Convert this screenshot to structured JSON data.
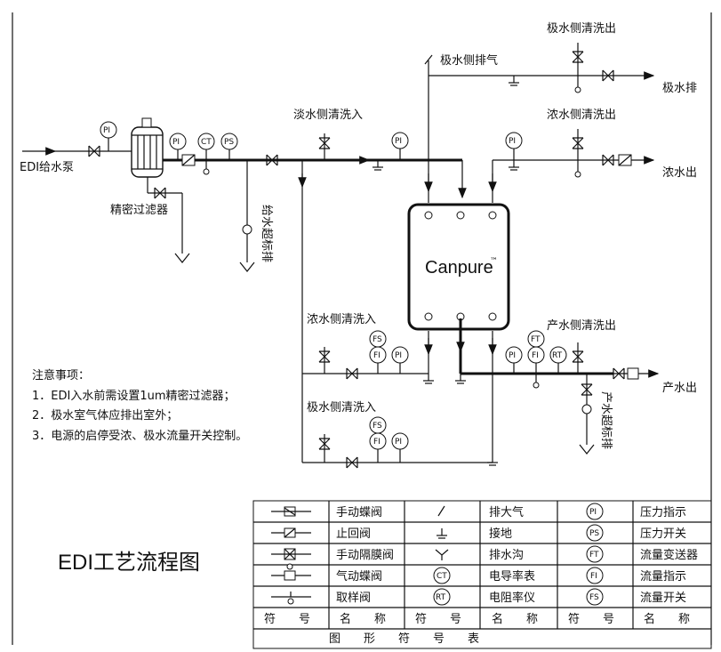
{
  "title": "EDI工艺流程图",
  "device_label": "Canpure",
  "device_tm": "™",
  "labels": {
    "feed_pump": "EDI给水泵",
    "precision_filter": "精密过滤器",
    "feed_over_limit": "给水超标排",
    "dilute_rinse_in": "淡水侧清洗入",
    "electrode_rinse_out": "极水侧清洗出",
    "electrode_vent": "极水侧排气",
    "electrode_discharge": "极水排",
    "conc_rinse_out": "浓水侧清洗出",
    "conc_out": "浓水出",
    "conc_rinse_in": "浓水侧清洗入",
    "product_rinse_out": "产水侧清洗出",
    "product_out": "产水出",
    "electrode_rinse_in": "极水侧清洗入",
    "product_over_limit": "产水超标排"
  },
  "instrument_tags": {
    "PI": "PI",
    "CT": "CT",
    "PS": "PS",
    "FS": "FS",
    "FI": "FI",
    "FT": "FT",
    "RT": "RT"
  },
  "notes": {
    "heading": "注意事项：",
    "items": [
      "1．EDI入水前需设置1um精密过滤器；",
      "2．极水室气体应排出室外；",
      "3．电源的启停受浓、极水流量开关控制。"
    ]
  },
  "legend": {
    "caption": "图　　形　　符　　号　　表",
    "header_symbol": "符　　号",
    "header_name": "名　　称",
    "rows": [
      [
        {
          "sym": "butterfly-valve",
          "name": "手动蝶阀"
        },
        {
          "sym": "vent",
          "name": "排大气"
        },
        {
          "sym": "PI",
          "name": "压力指示"
        }
      ],
      [
        {
          "sym": "check-valve",
          "name": "止回阀"
        },
        {
          "sym": "ground",
          "name": "接地"
        },
        {
          "sym": "PS",
          "name": "压力开关"
        }
      ],
      [
        {
          "sym": "diaphragm-valve",
          "name": "手动隔膜阀"
        },
        {
          "sym": "drain",
          "name": "排水沟"
        },
        {
          "sym": "FT",
          "name": "流量变送器"
        }
      ],
      [
        {
          "sym": "pneumatic-butterfly-valve",
          "name": "气动蝶阀"
        },
        {
          "sym": "CT",
          "name": "电导率表"
        },
        {
          "sym": "FI",
          "name": "流量指示"
        }
      ],
      [
        {
          "sym": "sampling-valve",
          "name": "取样阀"
        },
        {
          "sym": "RT",
          "name": "电阻率仪"
        },
        {
          "sym": "FS",
          "name": "流量开关"
        }
      ]
    ]
  }
}
